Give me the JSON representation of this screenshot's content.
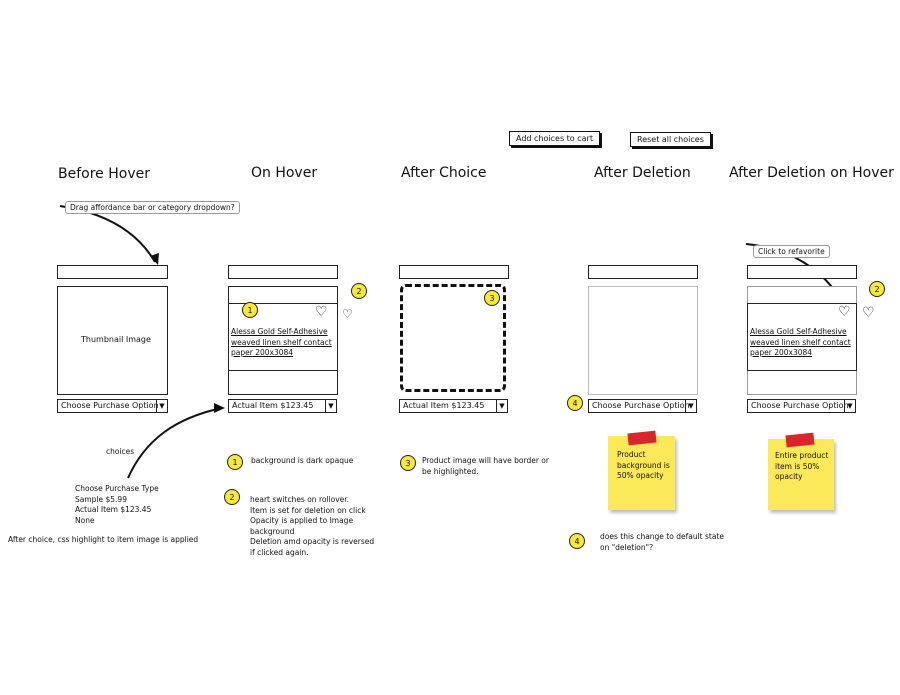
{
  "toolbar": {
    "add_choices_label": "Add choices to cart",
    "reset_label": "Reset all choices"
  },
  "columns": {
    "before_hover": {
      "title": "Before Hover",
      "thumbnail_label": "Thumbnail Image",
      "select_label": "Choose Purchase Option"
    },
    "on_hover": {
      "title": "On Hover",
      "item_title_line1": "Alessa Gold Self-Adhesive",
      "item_title_line2": "weaved linen shelf contact",
      "item_title_line3": "paper 200x3084",
      "select_label": "Actual Item $123.45"
    },
    "after_choice": {
      "title": "After Choice",
      "select_label": "Actual Item $123.45"
    },
    "after_deletion": {
      "title": "After Deletion",
      "select_label": "Choose Purchase Option"
    },
    "after_deletion_hover": {
      "title": "After Deletion on Hover",
      "item_title_line1": "Alessa Gold Self-Adhesive",
      "item_title_line2": "weaved linen shelf contact",
      "item_title_line3": "paper 200x3084",
      "select_label": "Choose Purchase Option"
    }
  },
  "callouts": {
    "drag": "Drag affordance bar or category dropdown?",
    "refavorite": "Click to refavorite"
  },
  "choices": {
    "heading": "choices",
    "line1": "Choose Purchase Type",
    "line2": "Sample $5.99",
    "line3": "Actual Item $123.45",
    "line4": "None",
    "after_choice_note": "After choice, css highlight to item image is applied"
  },
  "badges": {
    "b1": "1",
    "b2": "2",
    "b3": "3",
    "b4": "4"
  },
  "notes": {
    "n1": "background is dark opaque",
    "n2_line1": "heart switches on rollover.",
    "n2_line2": "Item is set for deletion on click",
    "n2_line3": "Opacity is applied to Image",
    "n2_line4": "background",
    "n2_line5": "Deletion amd opacity is reversed",
    "n2_line6": "if clicked again.",
    "n3_line1": "Product image will have border or",
    "n3_line2": "be highlighted.",
    "n4_line1": "does this change to default state",
    "n4_line2": "on \"deletion\"?"
  },
  "stickies": {
    "s1_line1": "Product",
    "s1_line2": "background is",
    "s1_line3": "50% opacity",
    "s2_line1": "Entire product",
    "s2_line2": "item is 50%",
    "s2_line3": "opacity"
  },
  "icons": {
    "heart": "heart-icon",
    "broken_heart": "broken-heart-icon",
    "chevron": "chevron-down-icon"
  },
  "colors": {
    "badge_yellow": "#f7e83c",
    "sticky_yellow": "#fbe95a",
    "tape_red": "#d9262b"
  }
}
